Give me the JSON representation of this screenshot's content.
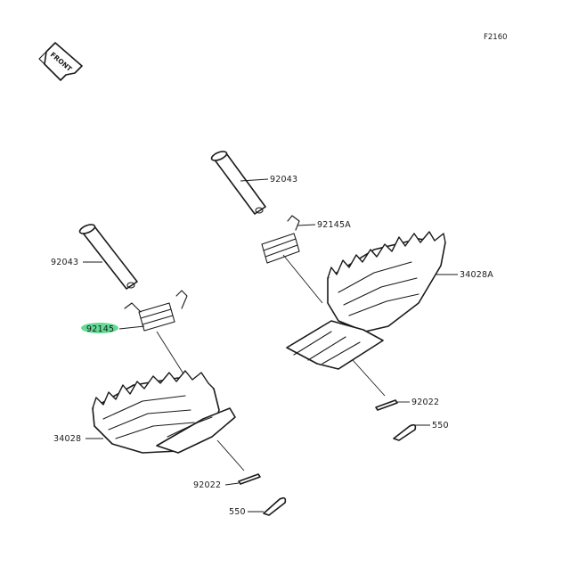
{
  "figure_code": "F2160",
  "front_badge": "FRONT",
  "highlight_color": "#2ecc71",
  "callouts": {
    "pin_right": "92043",
    "spring_right": "92145A",
    "footpeg_right": "34028A",
    "washer_right": "92022",
    "cotter_right": "550",
    "pin_left": "92043",
    "spring_left": "92145",
    "footpeg_left": "34028",
    "washer_left": "92022",
    "cotter_left": "550"
  }
}
